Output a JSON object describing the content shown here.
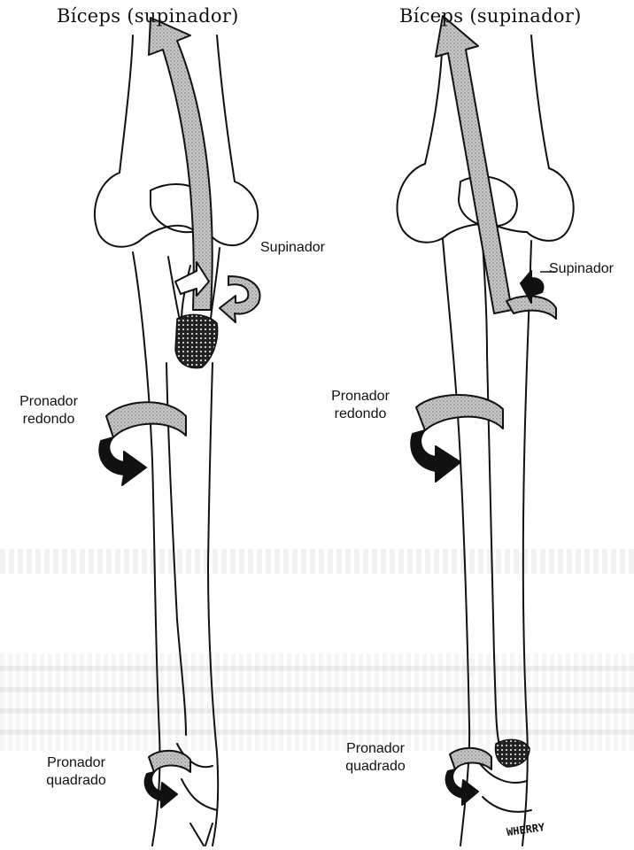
{
  "left_panel": {
    "title": "Bíceps (supinador)",
    "labels": {
      "supinador": "Supinador",
      "pronador_redondo": [
        "Pronador",
        "redondo"
      ],
      "pronador_quadrado": [
        "Pronador",
        "quadrado"
      ]
    }
  },
  "right_panel": {
    "title": "Bíceps (supinador)",
    "labels": {
      "supinador": "Supinador",
      "pronador_redondo": [
        "Pronador",
        "redondo"
      ],
      "pronador_quadrado": [
        "Pronador",
        "quadrado"
      ]
    }
  },
  "signature": "WHERRY",
  "colors": {
    "ink": "#111111",
    "muscle_fill": "#bdbdbd",
    "fracture_fill": "#2a2a2a",
    "bleed_text": "#b5b5b5"
  }
}
